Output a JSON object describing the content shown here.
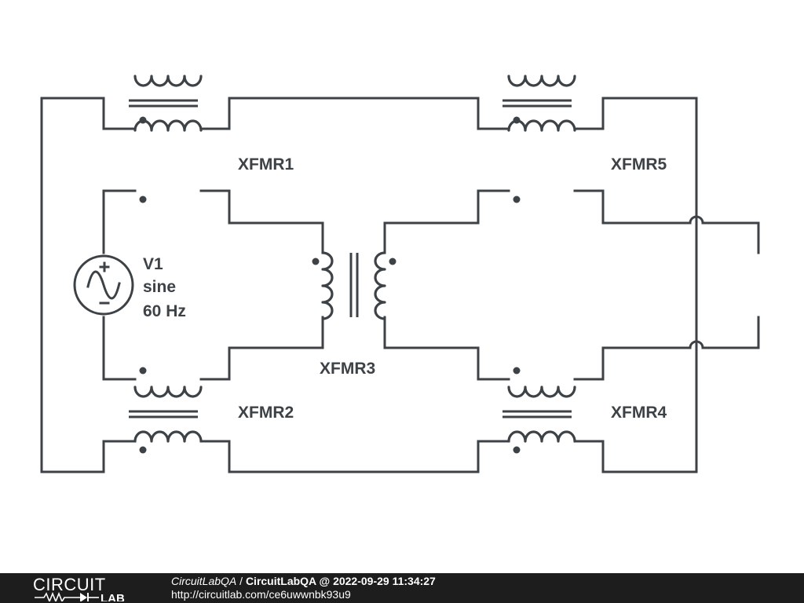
{
  "components": {
    "xfmr1": "XFMR1",
    "xfmr2": "XFMR2",
    "xfmr3": "XFMR3",
    "xfmr4": "XFMR4",
    "xfmr5": "XFMR5",
    "v1": {
      "name": "V1",
      "type": "sine",
      "freq": "60 Hz"
    }
  },
  "footer": {
    "logo_top": "CIRCUIT",
    "logo_bottom": "LAB",
    "user": "CircuitLabQA",
    "separator": " / ",
    "title": "CircuitLabQA @ 2022-09-29 11:34:27",
    "url": "http://circuitlab.com/ce6uwwnbk93u9"
  },
  "colors": {
    "stroke": "#3d4247",
    "footer_bg": "#1d1d1d"
  },
  "icons": [
    "sine-source-icon",
    "transformer-icon",
    "circuitlab-logo-icon"
  ]
}
